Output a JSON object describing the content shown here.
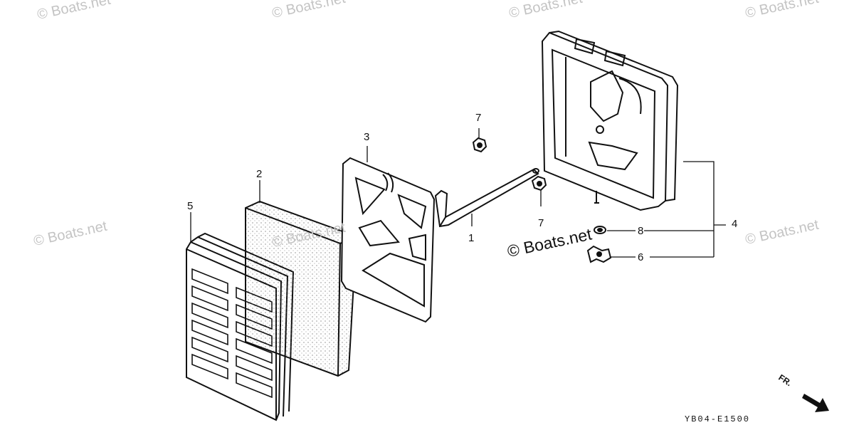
{
  "watermarks": [
    "© Boats.net",
    "© Boats.net",
    "© Boats.net",
    "© Boats.net",
    "© Boats.net",
    "© Boats.net",
    "© Boats.net"
  ],
  "center_watermark": "© Boats.net",
  "callouts": {
    "c1": "1",
    "c2": "2",
    "c3": "3",
    "c4": "4",
    "c5": "5",
    "c6": "6",
    "c7a": "7",
    "c7b": "7",
    "c8": "8"
  },
  "diagram_code": "YB04-E1500",
  "direction_label": "FR."
}
